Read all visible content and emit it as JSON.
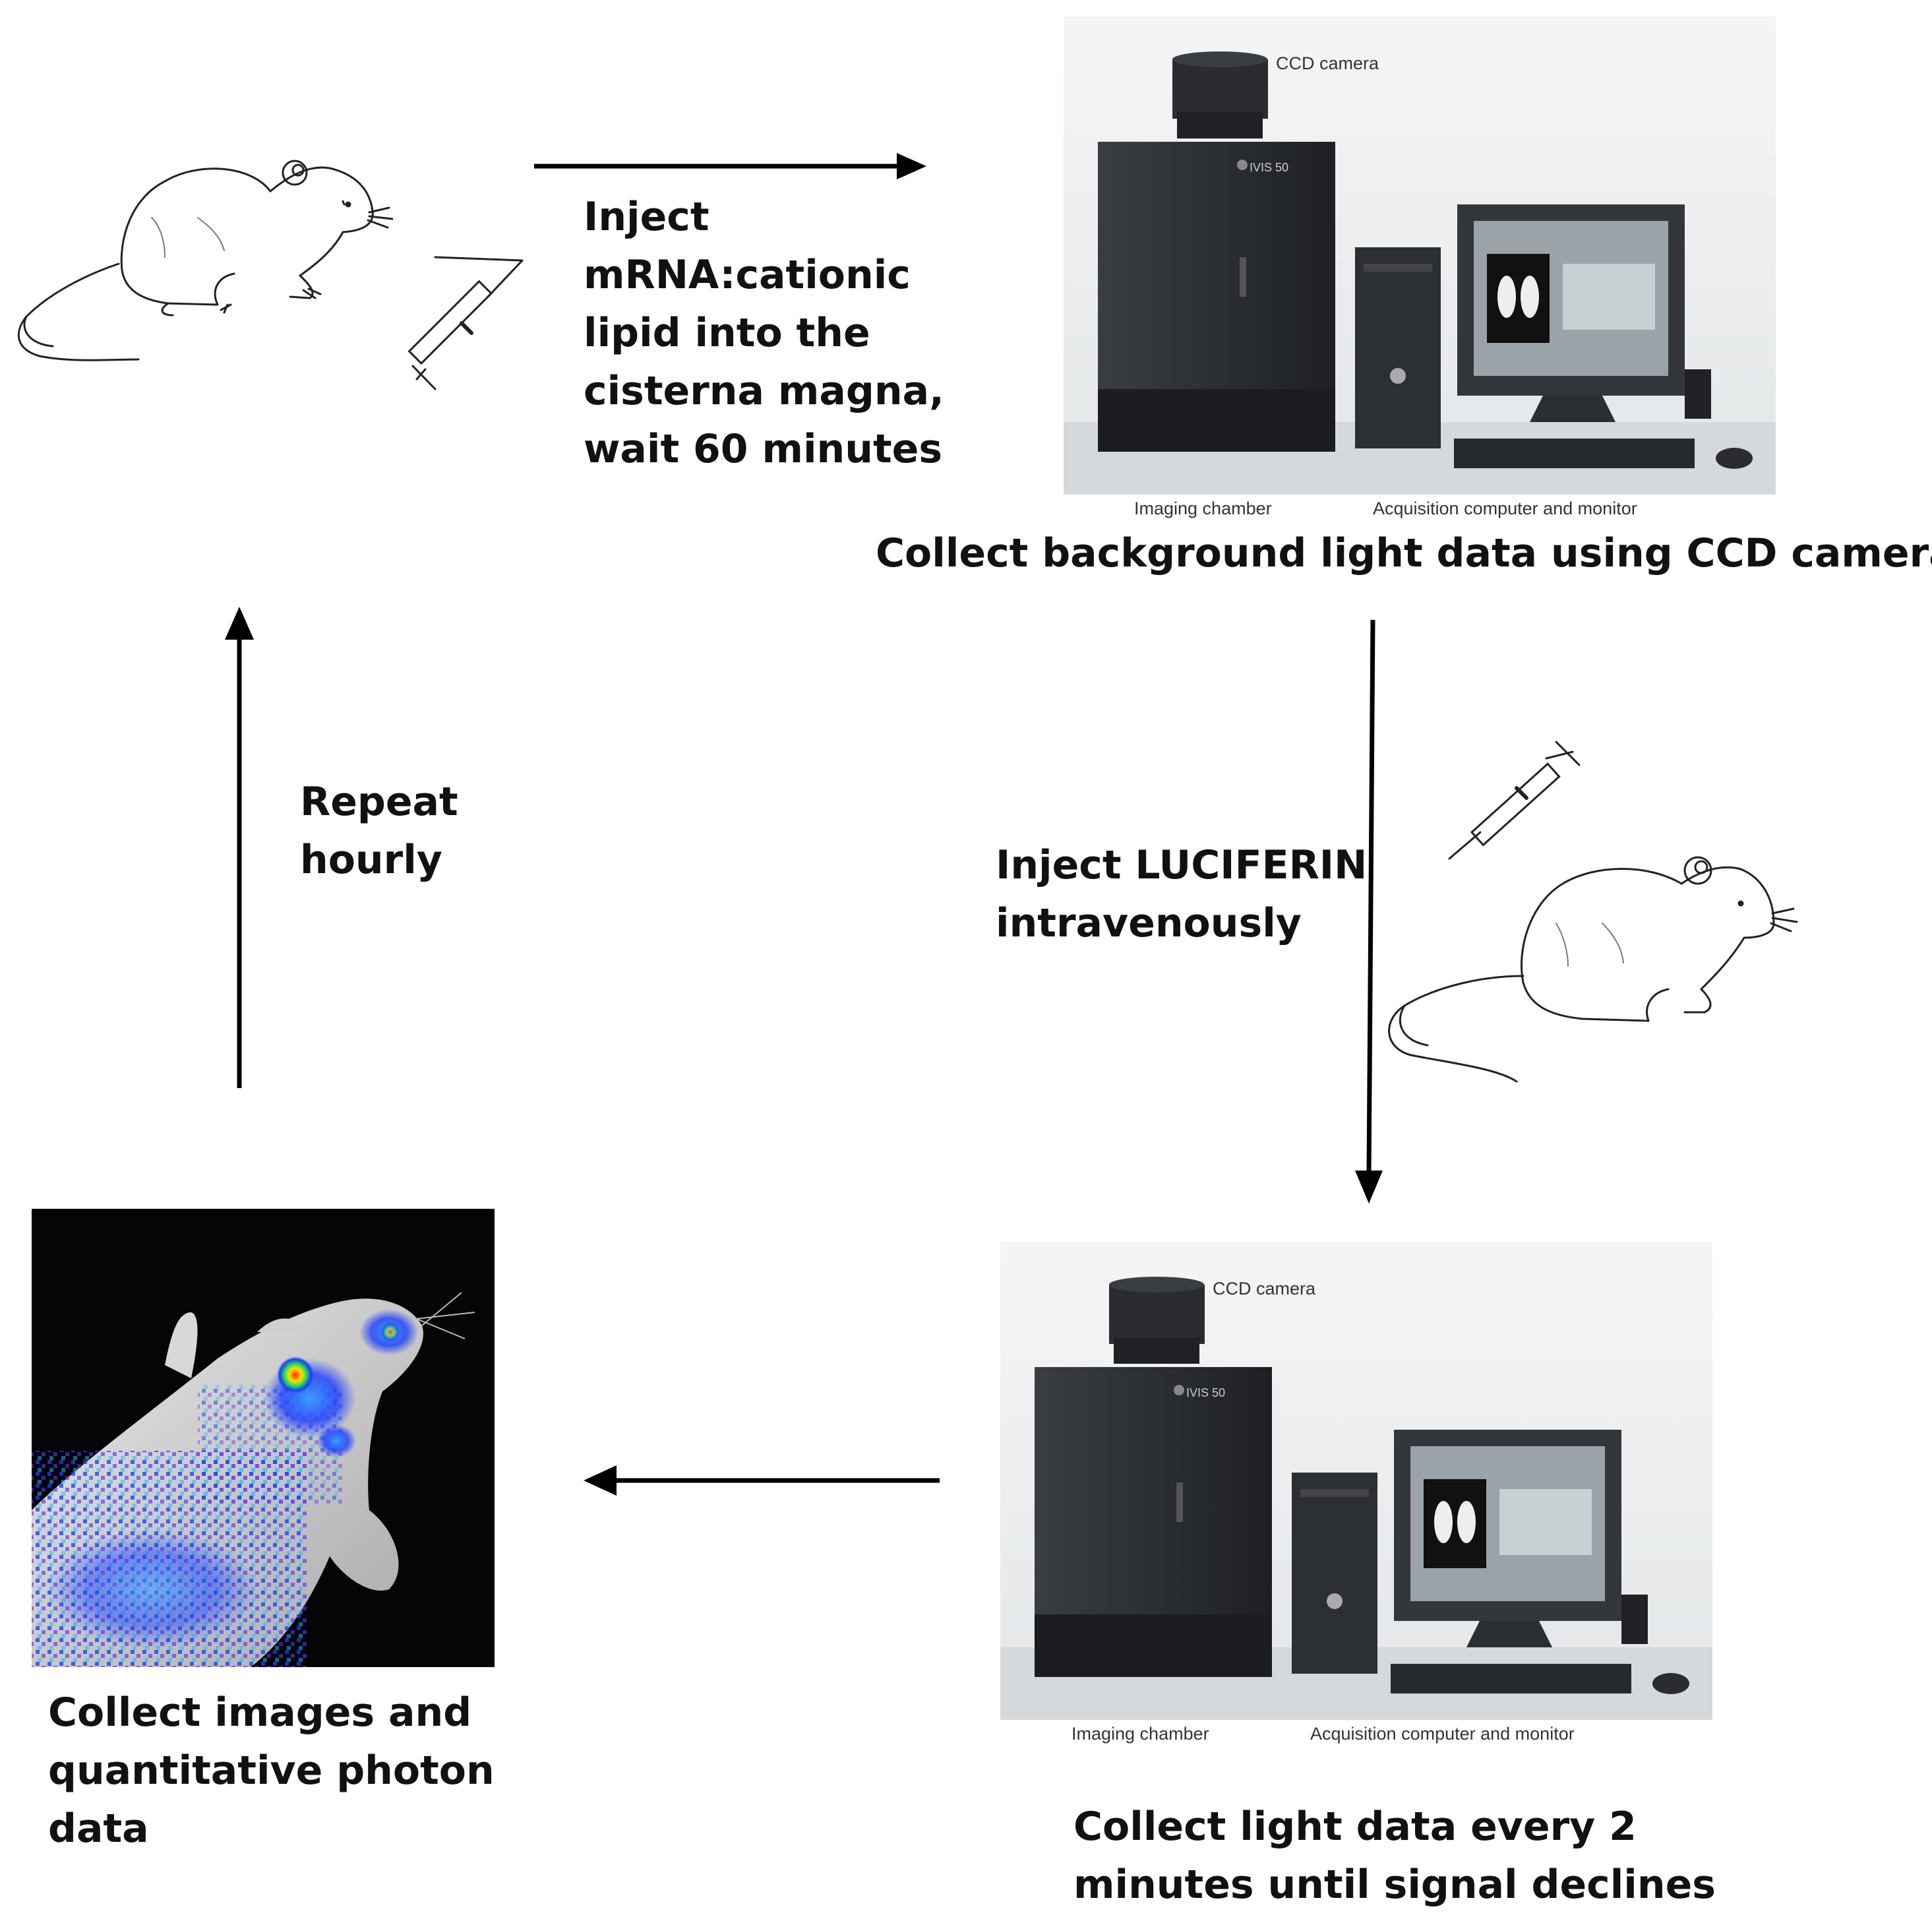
{
  "steps": {
    "inject_mrna": [
      "Inject",
      "mRNA:cationic",
      "lipid into the",
      "cisterna magna,",
      "wait 60 minutes"
    ],
    "collect_background": "Collect background light data using CCD camera",
    "inject_luciferin": [
      "Inject LUCIFERIN",
      "intravenously"
    ],
    "collect_light": [
      "Collect light data every 2",
      "minutes until signal declines"
    ],
    "collect_images": [
      "Collect images and",
      "quantitative photon",
      "data"
    ],
    "repeat": [
      "Repeat",
      "hourly"
    ]
  },
  "photo_labels": {
    "top": {
      "camera": "CCD camera",
      "chamber": "Imaging chamber",
      "computer": "Acquisition computer and monitor",
      "brand": "IVIS 50"
    },
    "bottom": {
      "camera": "CCD camera",
      "chamber": "Imaging chamber",
      "computer": "Acquisition computer and monitor",
      "brand": "IVIS 50"
    }
  },
  "colors": {
    "ink": "#111111",
    "instrument": "#2b2e33",
    "backdrop": "#eef0f1",
    "signal_low": "#1a3cff",
    "signal_high": "#ff2a00"
  }
}
